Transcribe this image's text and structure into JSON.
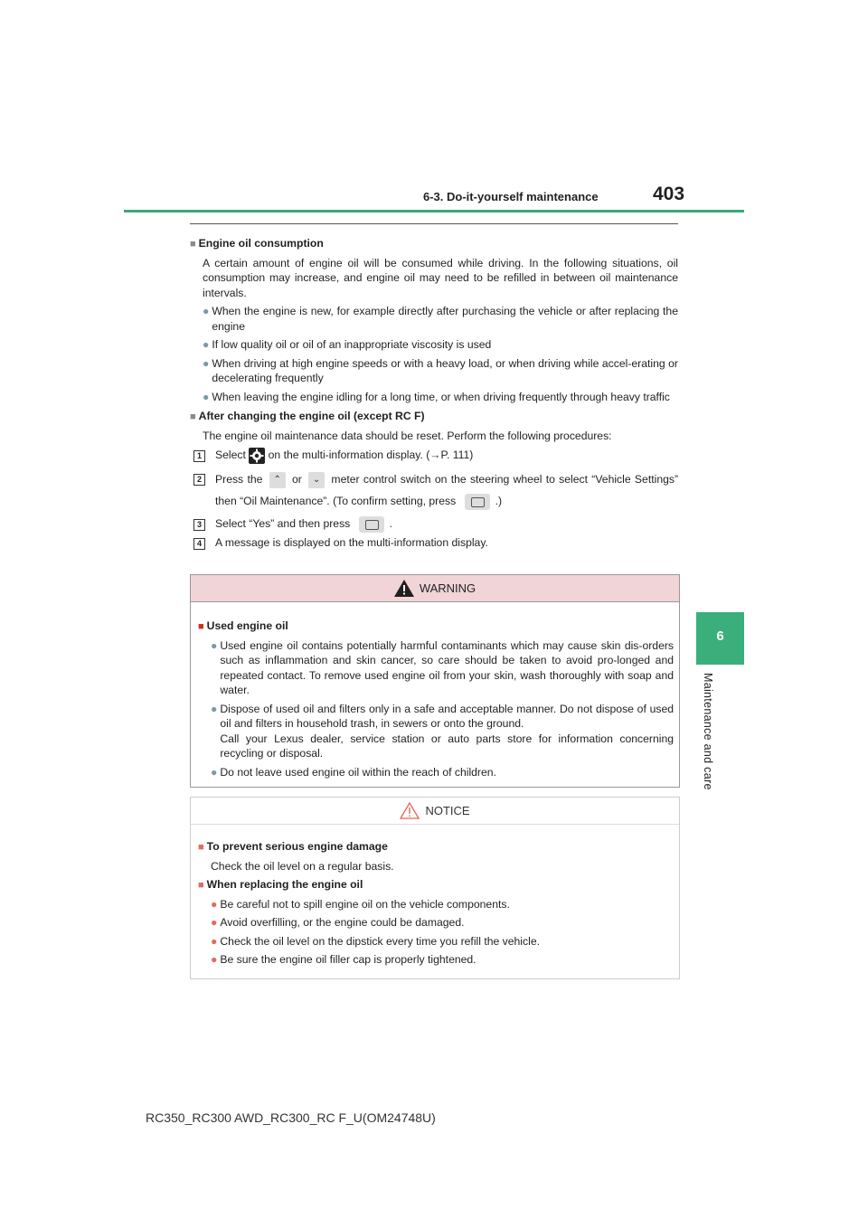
{
  "header": {
    "section_title": "6-3. Do-it-yourself maintenance",
    "page_number": "403"
  },
  "side_tab": {
    "number": "6",
    "label": "Maintenance and care"
  },
  "oil_consumption": {
    "heading": "Engine oil consumption",
    "intro": "A certain amount of engine oil will be consumed while driving. In the following situations, oil consumption may increase, and engine oil may need to be refilled in between oil maintenance intervals.",
    "bullets": [
      "When the engine is new, for example directly after purchasing the vehicle or after replacing the engine",
      "If low quality oil or oil of an inappropriate viscosity is used",
      "When driving at high engine speeds or with a heavy load, or when driving while accel-erating or decelerating frequently",
      "When leaving the engine idling for a long time, or when driving frequently through heavy traffic"
    ]
  },
  "after_change": {
    "heading": "After changing the engine oil (except RC F)",
    "intro": "The engine oil maintenance data should be reset. Perform the following procedures:",
    "steps": {
      "s1": {
        "num": "1",
        "a": "Select",
        "b": "on the multi-information display. (",
        "ref": "→P. 111)"
      },
      "s2": {
        "num": "2",
        "a": "Press the",
        "or": "or",
        "b": "meter control switch on the steering wheel to select “Vehicle Settings” then “Oil Maintenance”. (To confirm setting, press",
        "c": ".)"
      },
      "s3": {
        "num": "3",
        "a": "Select “Yes” and then press",
        "c": "."
      },
      "s4": {
        "num": "4",
        "a": "A message is displayed on the multi-information display."
      }
    }
  },
  "warning": {
    "title": "WARNING",
    "heading": "Used engine oil",
    "bullets": [
      "Used engine oil contains potentially harmful contaminants which may cause skin dis-orders such as inflammation and skin cancer, so care should be taken to avoid pro-longed and repeated contact. To remove used engine oil from your skin, wash thoroughly with soap and water.",
      "Dispose of used oil and filters only in a safe and acceptable manner. Do not dispose of used oil and filters in household trash, in sewers or onto the ground.",
      "Do not leave used engine oil within the reach of children."
    ],
    "bullet2_extra": "Call your Lexus dealer, service station or auto parts store for information concerning recycling or disposal."
  },
  "notice": {
    "title": "NOTICE",
    "heading1": "To prevent serious engine damage",
    "text1": "Check the oil level on a regular basis.",
    "heading2": "When replacing the engine oil",
    "bullets": [
      "Be careful not to spill engine oil on the vehicle components.",
      "Avoid overfilling, or the engine could be damaged.",
      "Check the oil level on the dipstick every time you refill the vehicle.",
      "Be sure the engine oil filler cap is properly tightened."
    ]
  },
  "footer": {
    "model": "RC350_RC300 AWD_RC300_RC F_U(OM24748U)"
  }
}
